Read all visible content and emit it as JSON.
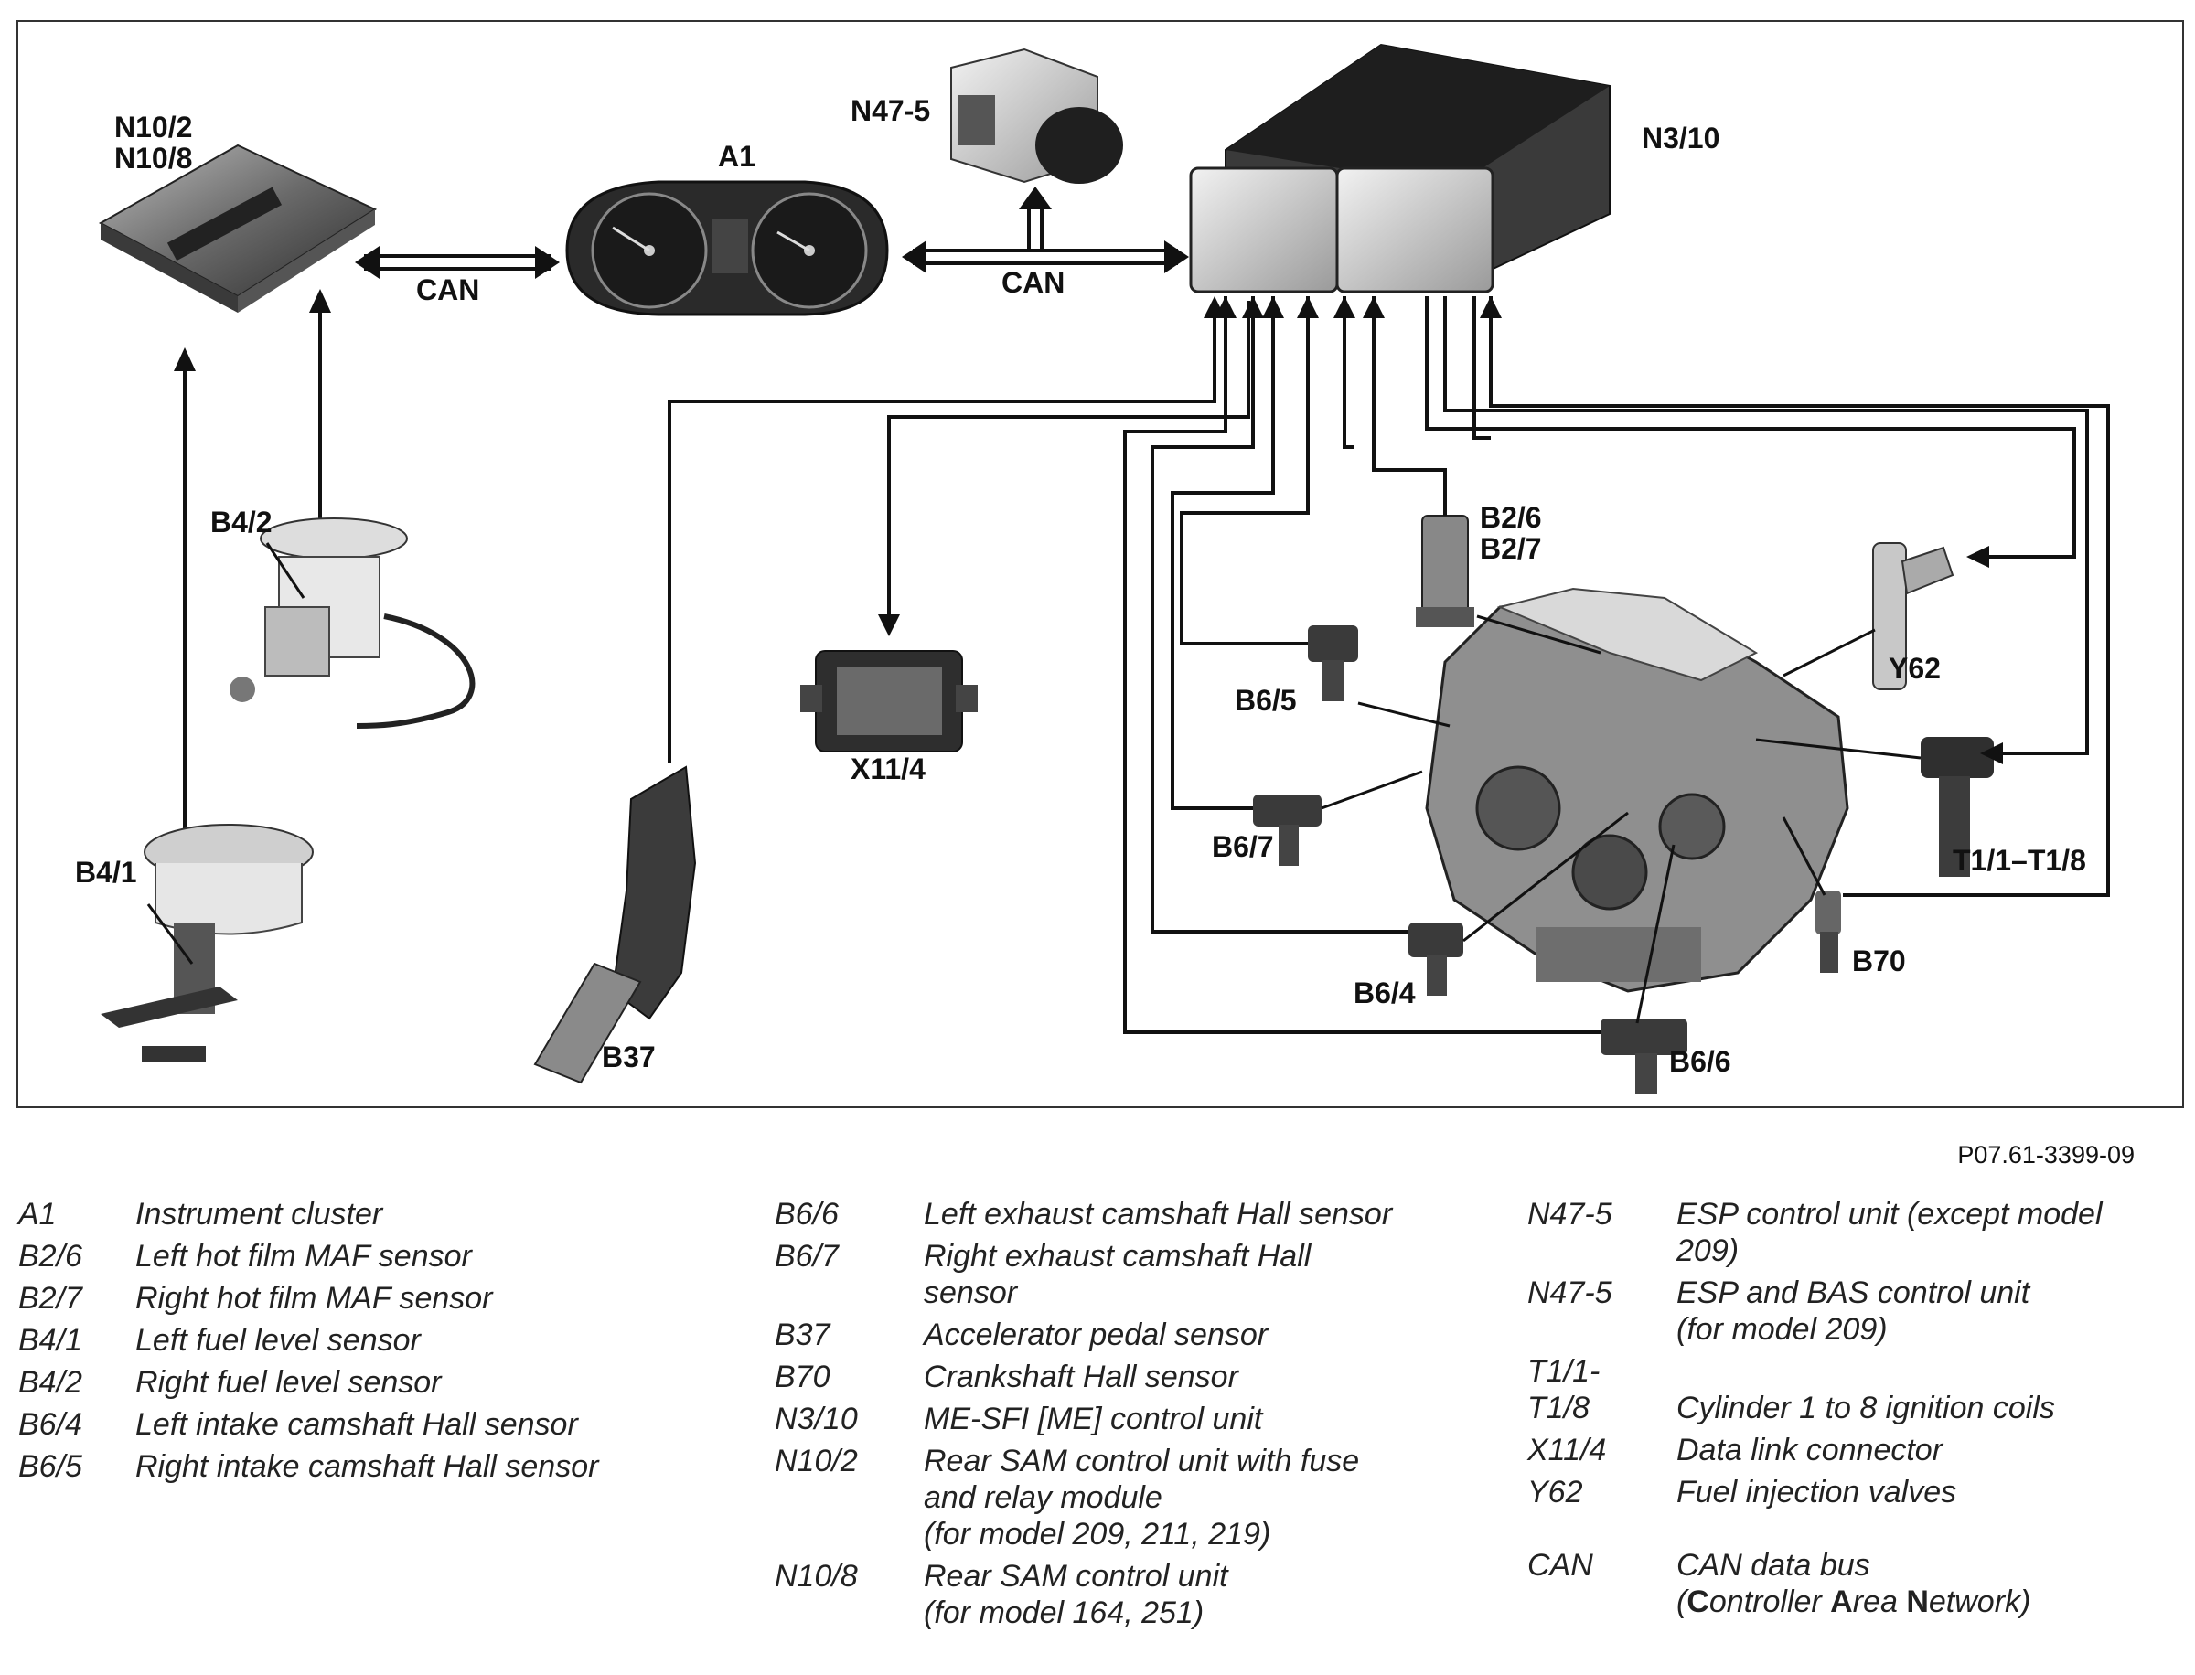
{
  "figure_code": "P07.61-3399-09",
  "diagram_labels": {
    "n10_2": "N10/2",
    "n10_8": "N10/8",
    "a1": "A1",
    "n47_5": "N47-5",
    "n3_10": "N3/10",
    "can_left": "CAN",
    "can_right": "CAN",
    "b4_2": "B4/2",
    "b4_1": "B4/1",
    "b37": "B37",
    "x11_4": "X11/4",
    "b2_6": "B2/6",
    "b2_7": "B2/7",
    "y62": "Y62",
    "b6_5": "B6/5",
    "b6_7": "B6/7",
    "b6_4": "B6/4",
    "b6_6": "B6/6",
    "b70": "B70",
    "t1_1_t1_8": "T1/1–T1/8"
  },
  "legend": {
    "col1": [
      {
        "code": "A1",
        "lines": [
          "Instrument cluster"
        ]
      },
      {
        "code": "B2/6",
        "lines": [
          "Left hot film MAF sensor"
        ]
      },
      {
        "code": "B2/7",
        "lines": [
          "Right hot film MAF sensor"
        ]
      },
      {
        "code": "B4/1",
        "lines": [
          "Left fuel level sensor"
        ]
      },
      {
        "code": "B4/2",
        "lines": [
          "Right fuel level sensor"
        ]
      },
      {
        "code": "B6/4",
        "lines": [
          "Left intake camshaft Hall sensor"
        ]
      },
      {
        "code": "B6/5",
        "lines": [
          "Right intake camshaft Hall sensor"
        ]
      }
    ],
    "col2": [
      {
        "code": "B6/6",
        "lines": [
          "Left exhaust camshaft Hall sensor"
        ]
      },
      {
        "code": "B6/7",
        "lines": [
          "Right exhaust camshaft Hall",
          "sensor"
        ]
      },
      {
        "code": "B37",
        "lines": [
          "Accelerator pedal sensor"
        ]
      },
      {
        "code": "B70",
        "lines": [
          "Crankshaft Hall sensor"
        ]
      },
      {
        "code": "N3/10",
        "lines": [
          "ME-SFI [ME] control unit"
        ]
      },
      {
        "code": "N10/2",
        "lines": [
          "Rear SAM control unit with fuse",
          "and relay module",
          "(for model 209, 211, 219)"
        ]
      },
      {
        "code": "N10/8",
        "lines": [
          "Rear SAM control unit",
          "(for model 164, 251)"
        ]
      }
    ],
    "col3": [
      {
        "code": "N47-5",
        "lines": [
          "ESP control unit (except model",
          "209)"
        ]
      },
      {
        "code": "N47-5",
        "lines": [
          "ESP and BAS control unit",
          "(for model 209)"
        ]
      },
      {
        "code": "T1/1-",
        "lines": [
          ""
        ]
      },
      {
        "code": "T1/8",
        "lines": [
          "Cylinder 1 to 8 ignition coils"
        ]
      },
      {
        "code": "X11/4",
        "lines": [
          "Data link connector"
        ]
      },
      {
        "code": "Y62",
        "lines": [
          "Fuel injection valves"
        ]
      },
      {
        "code": "CAN",
        "lines": [
          "CAN data bus"
        ]
      }
    ],
    "can_expansion": {
      "open": "(",
      "c": "C",
      "c_rest": "ontroller ",
      "a": "A",
      "a_rest": "rea ",
      "n": "N",
      "n_rest": "etwork)"
    }
  }
}
